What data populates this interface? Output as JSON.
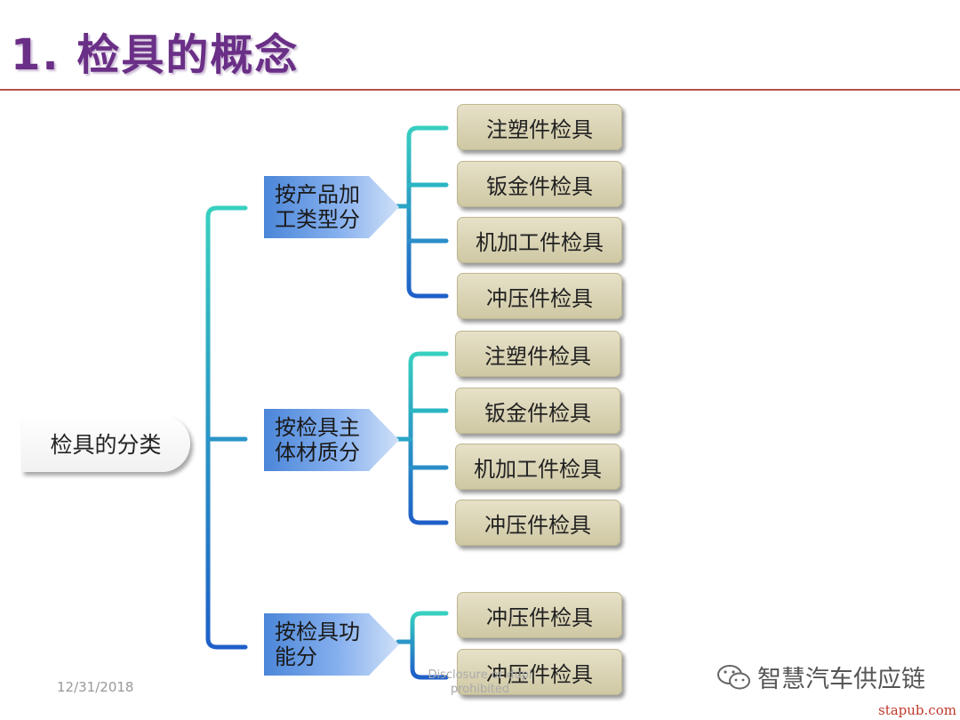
{
  "title": "1. 检具的概念",
  "root": "检具的分类",
  "categories": [
    {
      "label_line1": "按产品加",
      "label_line2": "工类型分",
      "items": [
        "注塑件检具",
        "钣金件检具",
        "机加工件检具",
        "冲压件检具"
      ]
    },
    {
      "label_line1": "按检具主",
      "label_line2": "体材质分",
      "items": [
        "注塑件检具",
        "钣金件检具",
        "机加工件检具",
        "冲压件检具"
      ]
    },
    {
      "label_line1": "按检具功",
      "label_line2": "能分",
      "items": [
        "冲压件检具",
        "冲压件检具"
      ]
    }
  ],
  "footer": {
    "date": "12/31/2018",
    "note_line1": "Disclosure or dupl",
    "note_line2": "prohibited"
  },
  "watermark": {
    "text": "智慧汽车供应链",
    "icon": "wechat-icon",
    "site": "stapub.com"
  },
  "colors": {
    "title": "#6a2f86",
    "rule": "#b5534c",
    "connector_top": "#37d0c0",
    "connector_bottom": "#1f5fc8"
  }
}
